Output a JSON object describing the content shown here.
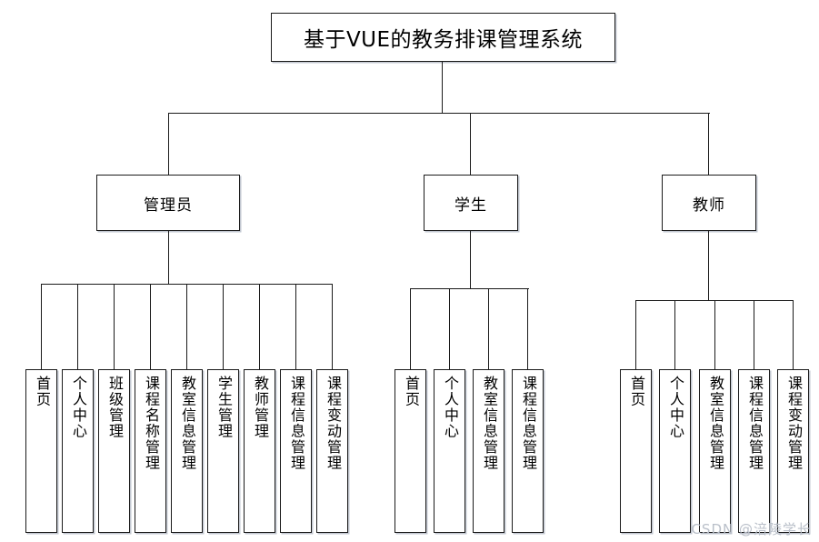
{
  "diagram": {
    "type": "tree",
    "title": "基于VUE的教务排课管理系统",
    "roles": [
      {
        "id": "admin",
        "label": "管理员",
        "children": [
          "首页",
          "个人中心",
          "班级管理",
          "课程名称管理",
          "教室信息管理",
          "学生管理",
          "教师管理",
          "课程信息管理",
          "课程变动管理"
        ]
      },
      {
        "id": "student",
        "label": "学生",
        "children": [
          "首页",
          "个人中心",
          "教室信息管理",
          "课程信息管理"
        ]
      },
      {
        "id": "teacher",
        "label": "教师",
        "children": [
          "首页",
          "个人中心",
          "教室信息管理",
          "课程信息管理",
          "课程变动管理"
        ]
      }
    ]
  },
  "watermark": {
    "text": "CSDN @涪陵学长"
  },
  "colors": {
    "stroke": "#1a1a1a",
    "background": "#ffffff",
    "shadow": "#7882a0",
    "watermark": "#b9bfc9"
  }
}
